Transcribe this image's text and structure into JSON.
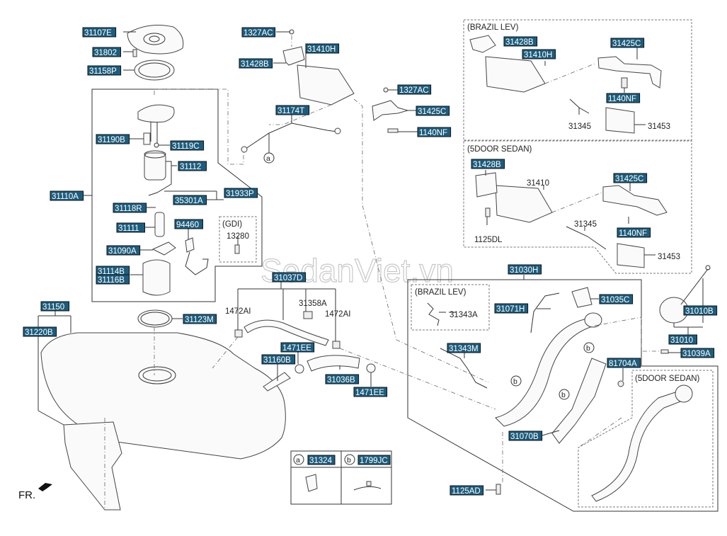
{
  "diagram": {
    "watermark": "SedanViet.vn",
    "front_marker": "FR.",
    "sections": {
      "brazil_lev_canister": "(BRAZIL LEV)",
      "sedan_canister": "(5DOOR SEDAN)",
      "gdi": "(GDI)",
      "brazil_lev_filler": "(BRAZIL LEV)",
      "sedan_filler": "(5DOOR SEDAN)"
    },
    "callouts": {
      "a": "a",
      "b": "b"
    },
    "legend": {
      "a": {
        "marker": "a",
        "part": "31324"
      },
      "b": {
        "marker": "b",
        "part": "1799JC"
      }
    },
    "labels": [
      {
        "id": "31107E",
        "text": "31107E",
        "boxed": true
      },
      {
        "id": "31802",
        "text": "31802",
        "boxed": true
      },
      {
        "id": "31158P",
        "text": "31158P",
        "boxed": true
      },
      {
        "id": "1327AC-top",
        "text": "1327AC",
        "boxed": true
      },
      {
        "id": "31410H-top",
        "text": "31410H",
        "boxed": true
      },
      {
        "id": "31428B-top",
        "text": "31428B",
        "boxed": true
      },
      {
        "id": "1327AC-mid",
        "text": "1327AC",
        "boxed": true
      },
      {
        "id": "31174T",
        "text": "31174T",
        "boxed": true
      },
      {
        "id": "31425C-mid",
        "text": "31425C",
        "boxed": true
      },
      {
        "id": "1140NF-mid",
        "text": "1140NF",
        "boxed": true
      },
      {
        "id": "31428B-brazil",
        "text": "31428B",
        "boxed": true
      },
      {
        "id": "31410H-brazil",
        "text": "31410H",
        "boxed": true
      },
      {
        "id": "31425C-brazil",
        "text": "31425C",
        "boxed": true
      },
      {
        "id": "1140NF-brazil",
        "text": "1140NF",
        "boxed": true
      },
      {
        "id": "31345-brazil",
        "text": "31345",
        "boxed": false
      },
      {
        "id": "31453-brazil",
        "text": "31453",
        "boxed": false
      },
      {
        "id": "31428B-sedan",
        "text": "31428B",
        "boxed": true
      },
      {
        "id": "31410-sedan",
        "text": "31410",
        "boxed": false
      },
      {
        "id": "31425C-sedan",
        "text": "31425C",
        "boxed": true
      },
      {
        "id": "1125DL",
        "text": "1125DL",
        "boxed": false
      },
      {
        "id": "31345-sedan",
        "text": "31345",
        "boxed": false
      },
      {
        "id": "1140NF-sedan",
        "text": "1140NF",
        "boxed": true
      },
      {
        "id": "31453-sedan",
        "text": "31453",
        "boxed": false
      },
      {
        "id": "31190B",
        "text": "31190B",
        "boxed": true
      },
      {
        "id": "31119C",
        "text": "31119C",
        "boxed": true
      },
      {
        "id": "31112",
        "text": "31112",
        "boxed": true
      },
      {
        "id": "31110A",
        "text": "31110A",
        "boxed": true
      },
      {
        "id": "31933P",
        "text": "31933P",
        "boxed": true
      },
      {
        "id": "35301A",
        "text": "35301A",
        "boxed": true
      },
      {
        "id": "31118R",
        "text": "31118R",
        "boxed": true
      },
      {
        "id": "31111",
        "text": "31111",
        "boxed": true
      },
      {
        "id": "94460",
        "text": "94460",
        "boxed": true
      },
      {
        "id": "13280",
        "text": "13280",
        "boxed": false
      },
      {
        "id": "31090A",
        "text": "31090A",
        "boxed": true
      },
      {
        "id": "31114B",
        "text": "31114B",
        "boxed": true
      },
      {
        "id": "31116B",
        "text": "31116B",
        "boxed": true
      },
      {
        "id": "31037D",
        "text": "31037D",
        "boxed": true
      },
      {
        "id": "1472AI-left",
        "text": "1472AI",
        "boxed": false
      },
      {
        "id": "31358A",
        "text": "31358A",
        "boxed": false
      },
      {
        "id": "1472AI-right",
        "text": "1472AI",
        "boxed": false
      },
      {
        "id": "1471EE-top",
        "text": "1471EE",
        "boxed": true
      },
      {
        "id": "31160B",
        "text": "31160B",
        "boxed": true
      },
      {
        "id": "31036B",
        "text": "31036B",
        "boxed": true
      },
      {
        "id": "1471EE-bottom",
        "text": "1471EE",
        "boxed": true
      },
      {
        "id": "31150",
        "text": "31150",
        "boxed": true
      },
      {
        "id": "31220B",
        "text": "31220B",
        "boxed": true
      },
      {
        "id": "31123M",
        "text": "31123M",
        "boxed": true
      },
      {
        "id": "31030H",
        "text": "31030H",
        "boxed": true
      },
      {
        "id": "31343A",
        "text": "31343A",
        "boxed": false
      },
      {
        "id": "31071H",
        "text": "31071H",
        "boxed": true
      },
      {
        "id": "31035C",
        "text": "31035C",
        "boxed": true
      },
      {
        "id": "31343M",
        "text": "31343M",
        "boxed": true
      },
      {
        "id": "31010B",
        "text": "31010B",
        "boxed": true
      },
      {
        "id": "31010",
        "text": "31010",
        "boxed": true
      },
      {
        "id": "31039A",
        "text": "31039A",
        "boxed": true
      },
      {
        "id": "81704A",
        "text": "81704A",
        "boxed": true
      },
      {
        "id": "31070B",
        "text": "31070B",
        "boxed": true
      },
      {
        "id": "1125AD",
        "text": "1125AD",
        "boxed": true
      }
    ]
  }
}
